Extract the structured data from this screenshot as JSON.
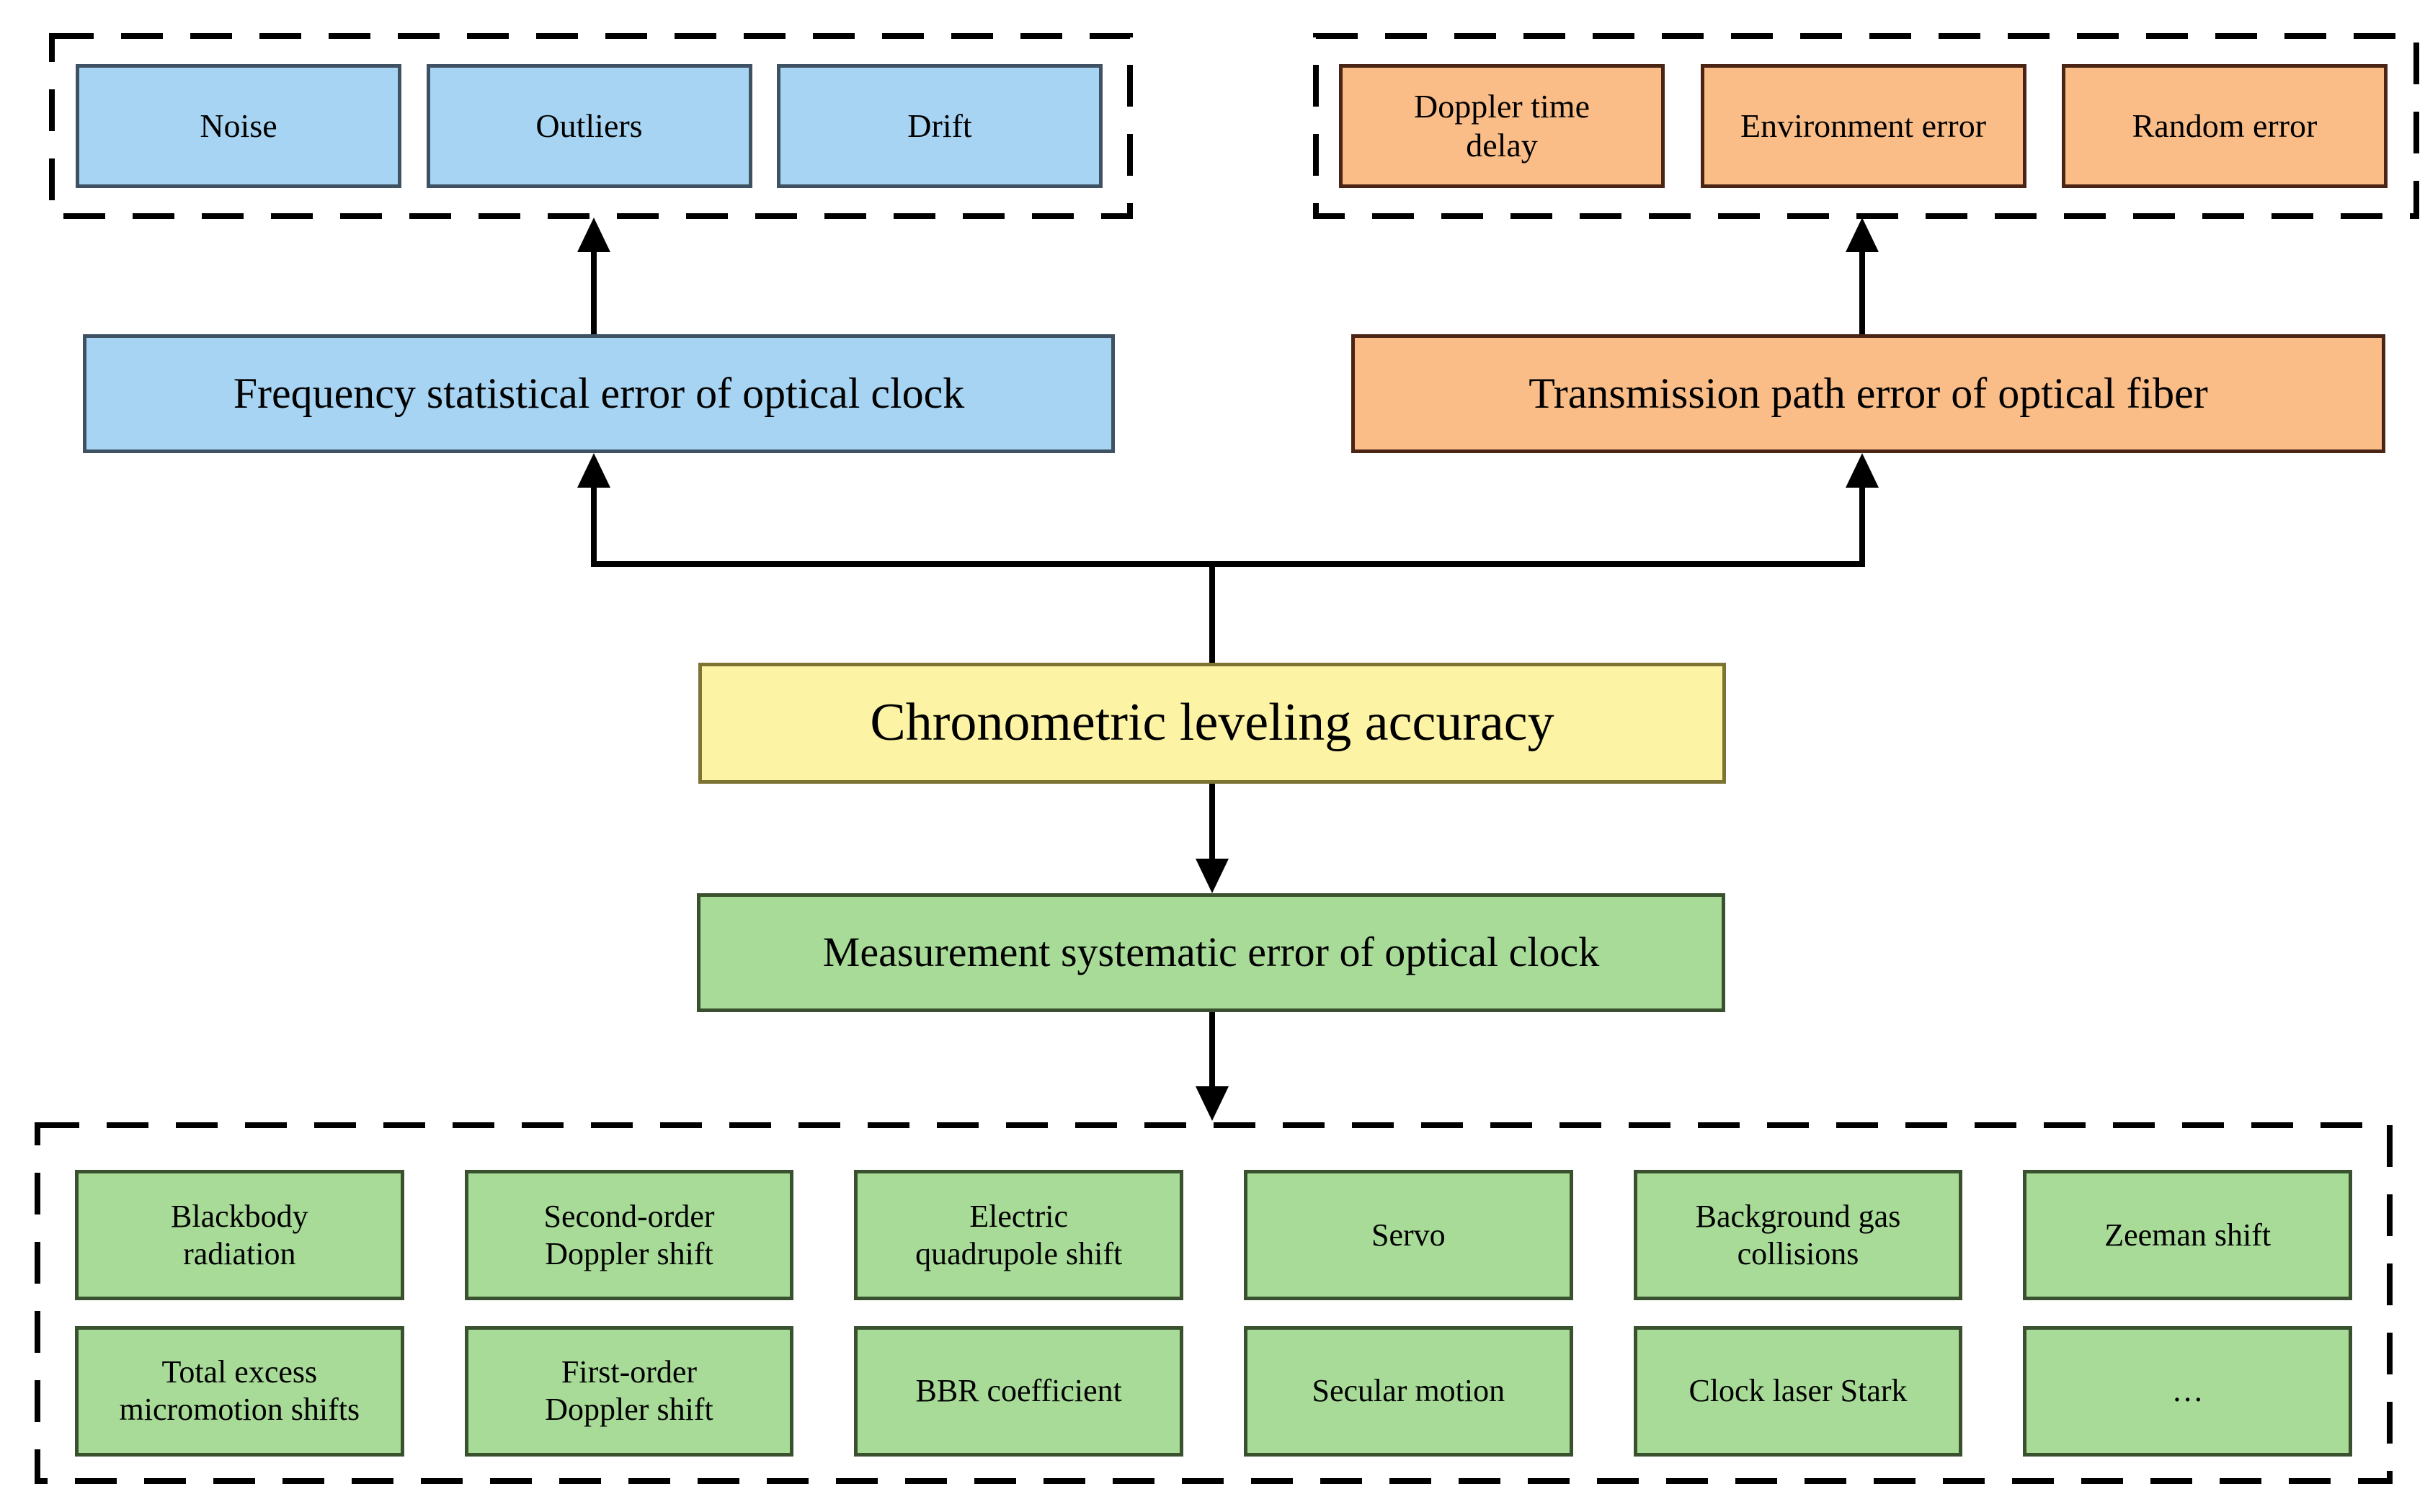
{
  "groups": {
    "statistical": {
      "items": [
        "Noise",
        "Outliers",
        "Drift"
      ]
    },
    "transmission": {
      "items": [
        "Doppler time\ndelay",
        "Environment error",
        "Random error"
      ]
    },
    "systematic": {
      "row1": [
        "Blackbody\nradiation",
        "Second-order\nDoppler shift",
        "Electric\nquadrupole shift",
        "Servo",
        "Background gas\ncollisions",
        "Zeeman shift"
      ],
      "row2": [
        "Total excess\nmicromotion shifts",
        "First-order\nDoppler shift",
        "BBR coefficient",
        "Secular motion",
        "Clock laser Stark",
        "…"
      ]
    }
  },
  "nodes": {
    "frequency_statistical": "Frequency statistical error of optical clock",
    "transmission_path": "Transmission path error of optical fiber",
    "chronometric": "Chronometric leveling accuracy",
    "measurement_systematic": "Measurement systematic error of optical clock"
  },
  "colors": {
    "blue_fill": "#a6d4f2",
    "blue_border": "#3f5263",
    "orange_fill": "#fabd87",
    "orange_border": "#4a2415",
    "yellow_fill": "#fcf3a4",
    "yellow_border": "#7d7434",
    "green_fill": "#a7db97",
    "green_border": "#39512f",
    "connector": "#000000"
  }
}
